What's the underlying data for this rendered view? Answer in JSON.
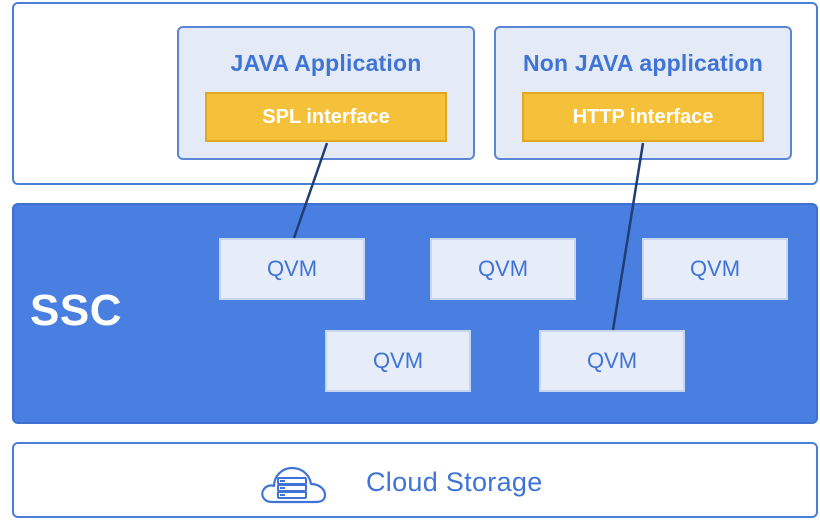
{
  "apps": [
    {
      "title": "JAVA Application",
      "interface": "SPL interface"
    },
    {
      "title": "Non JAVA application",
      "interface": "HTTP interface"
    }
  ],
  "ssc": {
    "label": "SSC",
    "nodes": [
      "QVM",
      "QVM",
      "QVM",
      "QVM",
      "QVM"
    ]
  },
  "storage": {
    "label": "Cloud Storage",
    "icon": "cloud-storage-icon"
  },
  "colors": {
    "primary_blue": "#4a7fe2",
    "text_blue": "#3f74d6",
    "interface_yellow": "#f5c13b",
    "app_box_bg": "#e4ebf6",
    "qvm_bg": "#e7edf8",
    "link_line": "#1f3f73"
  }
}
